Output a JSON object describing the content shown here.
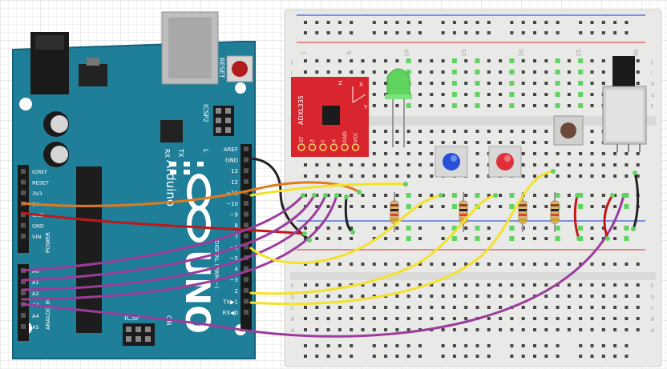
{
  "colors": {
    "background": "#ffffff",
    "grid": "#e3e3e3",
    "arduino_board": "#1f7f99",
    "arduino_edge": "#16627a",
    "breadboard": "#e9e9e7",
    "breadboard_rail_red": "#d9534f",
    "breadboard_rail_blue": "#3b5bdb",
    "hole": "#3c3c3c",
    "hole_active": "#5fd35f",
    "sensor_board": "#d9262e",
    "wire_orange": "#e07a1f",
    "wire_red": "#c0171a",
    "wire_black": "#222222",
    "wire_purple": "#9b3d9b",
    "wire_yellow": "#f3e22b",
    "led_green": "#5ed45e",
    "led_blue": "#2a4fd9",
    "led_red": "#e0303a",
    "potentiometer": "#3a3a3a"
  },
  "arduino": {
    "brand_text": "Arduino",
    "brand_logo_text": "UNO",
    "reset_label": "RESET",
    "icsp2_label": "ICSP2",
    "icsp_label": "ICSP",
    "rx_label": "RX",
    "tx_label": "TX",
    "l_label": "L",
    "on_label": "ON",
    "digital_label": "DIGITAL (PWM ~)",
    "power_label": "POWER",
    "analog_label": "ANALOG IN",
    "digital_pins": [
      "AREF",
      "GND",
      "13",
      "12",
      "~11",
      "~10",
      "~9",
      "8",
      "7",
      "~6",
      "~5",
      "4",
      "~3",
      "2",
      "TX▶1",
      "RX◀0"
    ],
    "power_pins": [
      "IOREF",
      "RESET",
      "3V3",
      "5V",
      "GND",
      "GND",
      "VIN"
    ],
    "analog_pins": [
      "A0",
      "A1",
      "A2",
      "A3",
      "A4",
      "A5"
    ]
  },
  "sensor": {
    "name": "ADXL335",
    "pins": [
      "ST",
      "Z",
      "Y",
      "X",
      "GND",
      "VCC"
    ],
    "axis_z": "Z",
    "axis_x": "X",
    "axis_y": "Y"
  },
  "breadboard": {
    "column_numbers": [
      "1",
      "5",
      "10",
      "15",
      "20",
      "25",
      "30"
    ],
    "row_letters_top": [
      "J",
      "I",
      "H",
      "G",
      "F"
    ],
    "row_letters_bottom": [
      "E",
      "D",
      "C",
      "B",
      "A"
    ]
  }
}
